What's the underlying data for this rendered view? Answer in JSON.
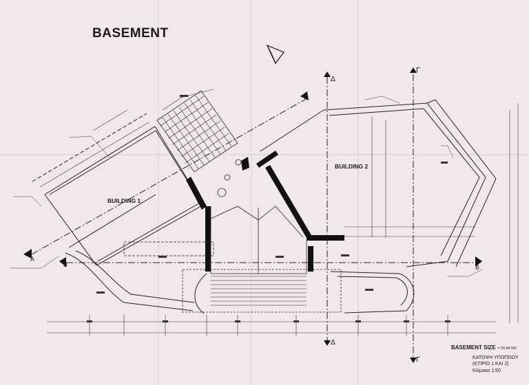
{
  "title": "BASEMENT",
  "buildings": {
    "one": "BUILDING 1",
    "two": "BUILDING 2"
  },
  "section_marks": {
    "a": "A",
    "b": "B",
    "delta": "Δ",
    "gamma": "Γ"
  },
  "basement_size": {
    "label": "BASEMENT SIZE",
    "value": "= 25.84 M2"
  },
  "title_block": {
    "line1": "ΚΑΤΟΨΗ ΥΠΟΓΕΙΟΥ",
    "line2": "(ΚΤΙΡΙΟ 1 ΚΑΙ 2)",
    "line3": "Κλίμακα 1:50"
  },
  "colors": {
    "paper": "#f1e8ec",
    "ink": "#1a1a1a",
    "wall": "#111111"
  }
}
